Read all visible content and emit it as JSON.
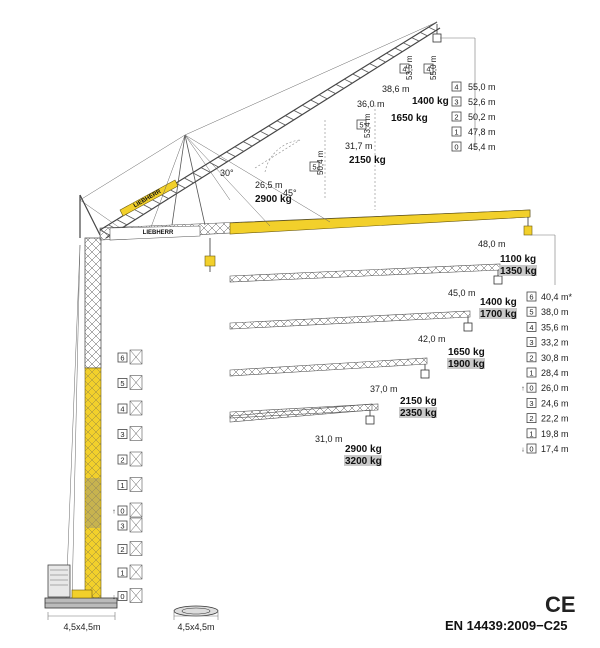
{
  "brand": "LIEBHERR",
  "standard": "EN 14439:2009−C25",
  "ce_mark": "CE",
  "base_dim": "4,5x4,5m",
  "angles": {
    "a30": "30°",
    "a45": "45°"
  },
  "luffed_configs": [
    {
      "box": "5",
      "radius": "26,5 m",
      "vert": "50,4 m",
      "load": "2900 kg"
    },
    {
      "box": "5",
      "radius": "31,7 m",
      "vert": "53,4 m",
      "load": "2150 kg"
    },
    {
      "box": "",
      "radius": "36,0 m",
      "vert": "",
      "load": "1650 kg"
    },
    {
      "box": "4",
      "radius": "38,6 m",
      "vert": "53,5 m",
      "load": "1400 kg"
    },
    {
      "box": "4",
      "radius": "",
      "vert": "55,0 m",
      "load": ""
    }
  ],
  "luffed_table": [
    {
      "box": "4",
      "value": "55,0 m"
    },
    {
      "box": "3",
      "value": "52,6 m"
    },
    {
      "box": "2",
      "value": "50,2 m"
    },
    {
      "box": "1",
      "value": "47,8 m"
    },
    {
      "box": "0",
      "value": "45,4 m"
    }
  ],
  "horizontal_configs": [
    {
      "radius": "48,0 m",
      "load1": "1100 kg",
      "load2": "1350 kg"
    },
    {
      "radius": "45,0 m",
      "load1": "1400 kg",
      "load2": "1700 kg"
    },
    {
      "radius": "42,0 m",
      "load1": "1650 kg",
      "load2": "1900 kg"
    },
    {
      "radius": "37,0 m",
      "load1": "2150 kg",
      "load2": "2350 kg"
    },
    {
      "radius": "31,0 m",
      "load1": "2900 kg",
      "load2": "3200 kg"
    }
  ],
  "height_table": [
    {
      "box": "6",
      "value": "40,4 m*"
    },
    {
      "box": "5",
      "value": "38,0 m"
    },
    {
      "box": "4",
      "value": "35,6 m"
    },
    {
      "box": "3",
      "value": "33,2 m"
    },
    {
      "box": "2",
      "value": "30,8 m"
    },
    {
      "box": "1",
      "value": "28,4 m"
    },
    {
      "box": "0",
      "value": "26,0 m"
    },
    {
      "box": "3",
      "value": "24,6 m"
    },
    {
      "box": "2",
      "value": "22,2 m"
    },
    {
      "box": "1",
      "value": "19,8 m"
    },
    {
      "box": "0",
      "value": "17,4 m"
    }
  ],
  "mast_sections_upper": [
    "6",
    "5",
    "4",
    "3",
    "2",
    "1",
    "0"
  ],
  "mast_sections_lower": [
    "3",
    "2",
    "1",
    "0"
  ]
}
